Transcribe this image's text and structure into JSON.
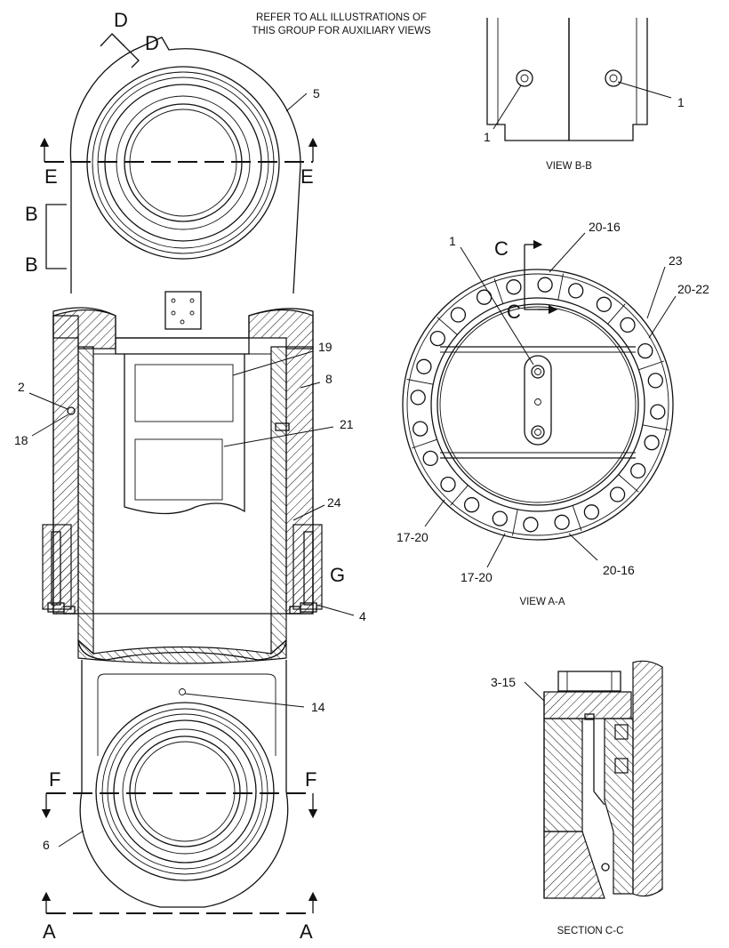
{
  "header_note": [
    "REFER TO ALL ILLUSTRATIONS OF",
    "THIS GROUP FOR AUXILIARY VIEWS"
  ],
  "section_marks": {
    "d_top": "D",
    "d_bottom": "D",
    "e_left": "E",
    "e_right": "E",
    "b_top": "B",
    "b_bottom": "B",
    "f_left": "F",
    "f_right": "F",
    "a_left": "A",
    "a_right": "A",
    "g": "G",
    "c_top": "C",
    "c_bottom": "C"
  },
  "part_callouts": {
    "main_5": "5",
    "main_2": "2",
    "main_18": "18",
    "main_19": "19",
    "main_8": "8",
    "main_21": "21",
    "main_24": "24",
    "main_4": "4",
    "main_14": "14",
    "main_6": "6",
    "viewbb_1a": "1",
    "viewbb_1b": "1",
    "viewaa_1": "1",
    "viewaa_20_16_top": "20-16",
    "viewaa_23": "23",
    "viewaa_20_22": "20-22",
    "viewaa_17_20_left": "17-20",
    "viewaa_17_20_bottom": "17-20",
    "viewaa_20_16_bottom": "20-16",
    "sectioncc_3_15": "3-15"
  },
  "view_titles": {
    "view_bb": "VIEW B-B",
    "view_aa": "VIEW A-A",
    "section_cc": "SECTION C-C"
  }
}
